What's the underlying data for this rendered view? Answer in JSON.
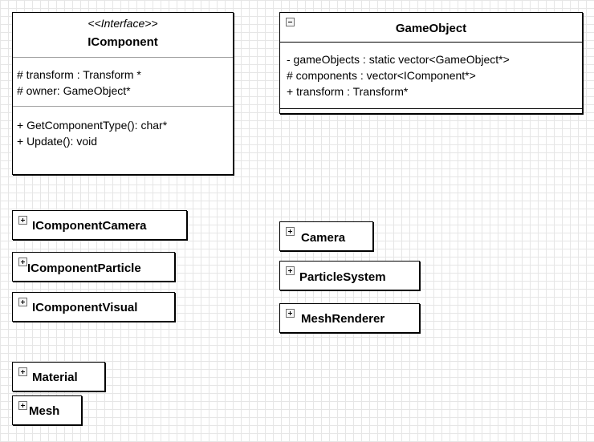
{
  "icomponent": {
    "stereotype": "<<Interface>>",
    "name": "IComponent",
    "attributes": [
      "# transform : Transform *",
      "# owner: GameObject*"
    ],
    "operations": [
      "+ GetComponentType(): char*",
      "+ Update(): void"
    ]
  },
  "gameobject": {
    "name": "GameObject",
    "attributes": [
      "- gameObjects : static vector<GameObject*>",
      "# components : vector<IComponent*>",
      "+ transform : Transform*"
    ]
  },
  "collapsed_classes": [
    "IComponentCamera",
    "IComponentParticle",
    "IComponentVisual",
    "Material",
    "Mesh",
    "Camera",
    "ParticleSystem",
    "MeshRenderer"
  ]
}
